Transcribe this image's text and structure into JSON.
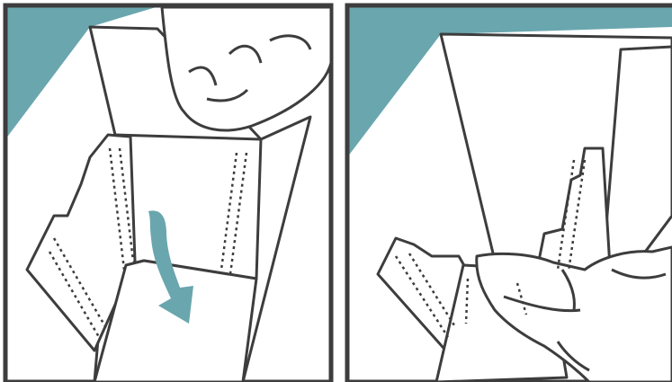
{
  "colors": {
    "line": "#3d3d3d",
    "accent": "#6aa6ae",
    "background": "#ffffff",
    "frame": "#3d3d3d"
  },
  "panels": [
    {
      "step": 1,
      "content": "fold-down-instruction"
    },
    {
      "step": 2,
      "content": "insert-tab-instruction"
    }
  ],
  "icons": [
    "curved-arrow-icon",
    "hand-icon"
  ]
}
